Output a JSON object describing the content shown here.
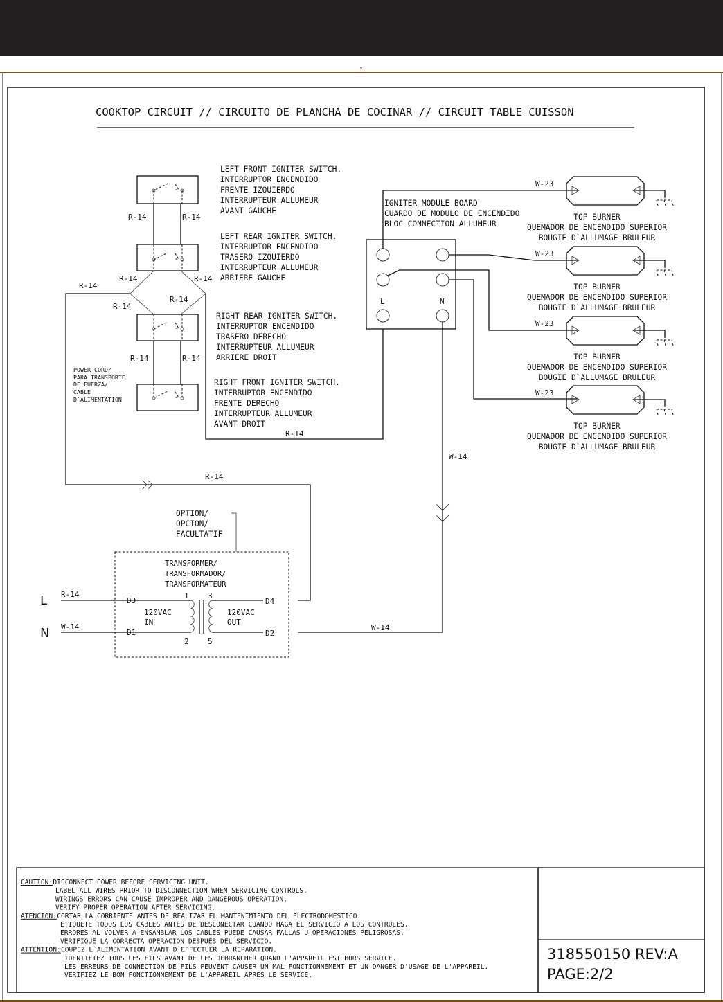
{
  "title": "COOKTOP CIRCUIT // CIRCUITO DE PLANCHA DE COCINAR // CIRCUIT TABLE CUISSON",
  "switches": [
    {
      "id": "left-front",
      "label": [
        "LEFT FRONT IGNITER SWITCH.",
        "INTERRUPTOR  ENCENDIDO",
        "FRENTE IZQUIERDO",
        "INTERRUPTEUR ALLUMEUR",
        "AVANT GAUCHE"
      ]
    },
    {
      "id": "left-rear",
      "label": [
        "LEFT REAR IGNITER SWITCH.",
        "INTERRUPTOR ENCENDIDO",
        "TRASERO IZQUIERDO",
        "INTERRUPTEUR ALLUMEUR",
        "ARRIERE GAUCHE"
      ]
    },
    {
      "id": "right-rear",
      "label": [
        "RIGHT REAR IGNITER SWITCH.",
        "INTERRUPTOR ENCENDIDO",
        "TRASERO DERECHO",
        "INTERRUPTEUR ALLUMEUR",
        "ARRIERE DROIT"
      ]
    },
    {
      "id": "right-front",
      "label": [
        "RIGHT FRONT IGNITER SWITCH.",
        "INTERRUPTOR  ENCENDIDO",
        "FRENTE DERECHO",
        "INTERRUPTEUR ALLUMEUR",
        "AVANT DROIT"
      ]
    }
  ],
  "power_cord": [
    "POWER CORD/",
    "PARA TRANSPORTE",
    "DE FUERZA/",
    "CABLE",
    "D`ALIMENTATION"
  ],
  "module": {
    "label": [
      "IGNITER MODULE BOARD",
      "CUARDO DE MODULO DE ENCENDIDO",
      "BLOC CONNECTION ALLUMEUR"
    ],
    "terminal_L": "L",
    "terminal_N": "N"
  },
  "burners": [
    {
      "wire": "W-23",
      "label": [
        "TOP BURNER",
        "QUEMADOR DE ENCENDIDO SUPERIOR",
        "BOUGIE D`ALLUMAGE BRULEUR"
      ]
    },
    {
      "wire": "W-23",
      "label": [
        "TOP BURNER",
        "QUEMADOR DE ENCENDIDO SUPERIOR",
        "BOUGIE D`ALLUMAGE BRULEUR"
      ]
    },
    {
      "wire": "W-23",
      "label": [
        "TOP BURNER",
        "QUEMADOR DE ENCENDIDO SUPERIOR",
        "BOUGIE D`ALLUMAGE BRULEUR"
      ]
    },
    {
      "wire": "W-23",
      "label": [
        "TOP BURNER",
        "QUEMADOR DE ENCENDIDO SUPERIOR",
        "BOUGIE D`ALLUMAGE BRULEUR"
      ]
    }
  ],
  "wires": {
    "r14": "R-14",
    "w14": "W-14"
  },
  "option": [
    "OPTION/",
    "OPCION/",
    "FACULTATIF"
  ],
  "transformer": {
    "label": [
      "TRANSFORMER/",
      "TRANSFORMADOR/",
      "TRANSFORMATEUR"
    ],
    "in_label": [
      "120VAC",
      "IN"
    ],
    "out_label": [
      "120VAC",
      "OUT"
    ],
    "pins": {
      "d1": "D1",
      "d2": "D2",
      "d3": "D3",
      "d4": "D4",
      "p1": "1",
      "p2": "2",
      "p3": "3",
      "p5": "5"
    }
  },
  "line_inputs": {
    "L": "L",
    "N": "N"
  },
  "notes": {
    "caution": {
      "heading": "CAUTION:",
      "lines": [
        "DISCONNECT POWER BEFORE SERVICING UNIT.",
        "LABEL ALL WIRES PRIOR TO DISCONNECTION WHEN SERVICING CONTROLS.",
        "WIRINGS ERRORS CAN CAUSE IMPROPER AND DANGEROUS OPERATION.",
        "VERIFY PROPER OPERATION AFTER SERVICING."
      ]
    },
    "atencion": {
      "heading": "ATENCION:",
      "lines": [
        "CORTAR LA CORRIENTE ANTES DE REALIZAR EL MANTENIMIENTO DEL ELECTRODOMESTICO.",
        "ETIQUETE TODOS LOS CABLES ANTES DE DESCONECTAR CUANDO HAGA EL SERVICIO A LOS CONTROLES.",
        "ERRORES AL VOLVER A ENSAMBLAR LOS CABLES PUEDE CAUSAR FALLAS U OPERACIONES PELIGROSAS.",
        "VERIFIQUE LA CORRECTA OPERACION DESPUES DEL SERVICIO."
      ]
    },
    "attention": {
      "heading": "ATTENTION:",
      "lines": [
        "COUPEZ L`ALIMENTATION AVANT D`EFFECTUER LA REPARATION.",
        "IDENTIFIEZ TOUS LES FILS AVANT DE LES DEBRANCHER QUAND L'APPAREIL EST HORS SERVICE.",
        "LES ERREURS DE CONNECTION DE FILS PEUVENT CAUSER UN MAL FONCTIONNEMENT ET UN DANGER D'USAGE DE L'APPAREIL.",
        "VERIFIEZ LE BON FONCTIONNEMENT DE L'APPAREIL APRES LE SERVICE."
      ]
    }
  },
  "title_block": {
    "part_number": "318550150 REV:A",
    "page": "PAGE:2/2"
  }
}
